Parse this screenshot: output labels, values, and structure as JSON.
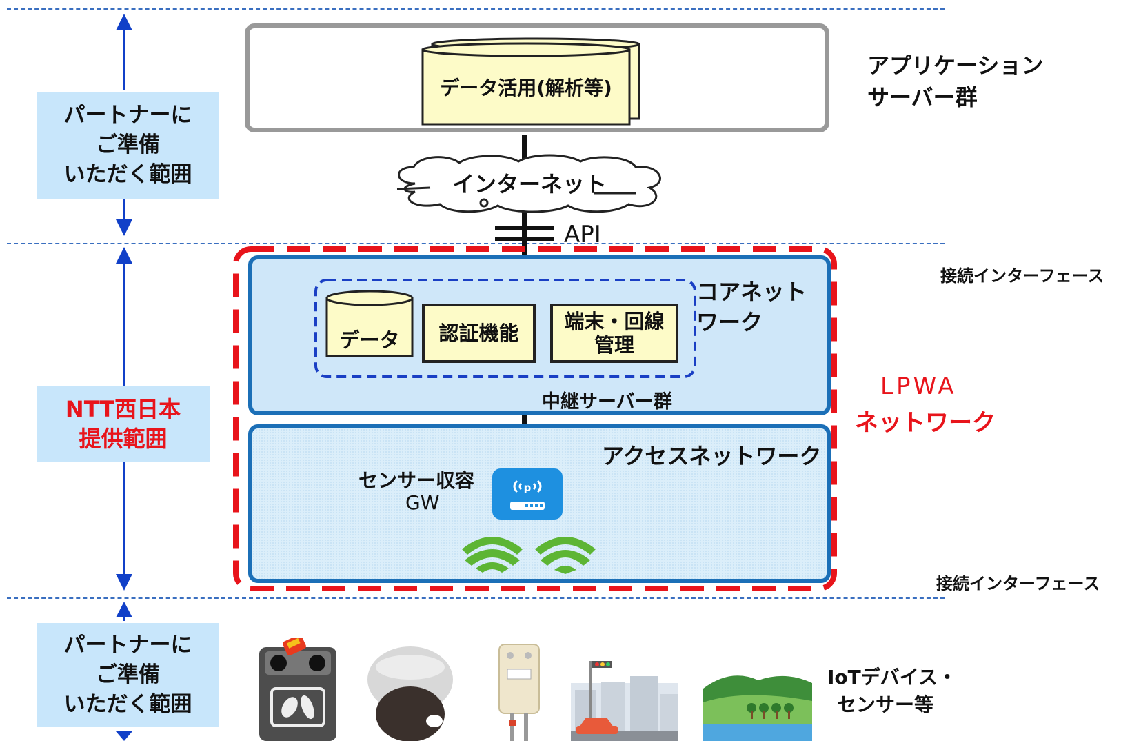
{
  "layers": {
    "application_servers": [
      "アプリケーション",
      "サーバー群"
    ],
    "data_utilization": "データ活用(解析等)",
    "internet": "インターネット",
    "api": "API",
    "connection_interface_top": "接続インターフェース",
    "connection_interface_bottom": "接続インターフェース",
    "core_network": [
      "コアネット",
      "ワーク"
    ],
    "relay_servers": "中継サーバー群",
    "data_db": "データ",
    "authentication": "認証機能",
    "terminal_line_mgmt": [
      "端末・回線",
      "管理"
    ],
    "access_network": "アクセスネットワーク",
    "sensor_gw": [
      "センサー収容",
      "GW"
    ],
    "lpwa_network": [
      "LPWA",
      "ネットワーク"
    ],
    "iot_devices": [
      "IoTデバイス・",
      "センサー等"
    ]
  },
  "scopes": {
    "partner_top": [
      "パートナーに",
      "ご準備",
      "いただく範囲"
    ],
    "ntt_west": [
      "NTT西日本",
      "提供範囲"
    ],
    "partner_bottom": [
      "パートナーに",
      "ご準備",
      "いただく範囲"
    ]
  },
  "icons": {
    "devices": [
      "trash-bin-icon",
      "security-camera-icon",
      "gas-meter-icon",
      "traffic-street-icon",
      "river-landscape-icon"
    ],
    "gateway": "wifi-gateway-icon"
  },
  "colors": {
    "accent_red": "#e8141b",
    "network_blue": "#1b6fb7",
    "scope_box": "#c8e6fb",
    "func_box": "#fdfbc8",
    "arrow_blue": "#1140c8"
  }
}
